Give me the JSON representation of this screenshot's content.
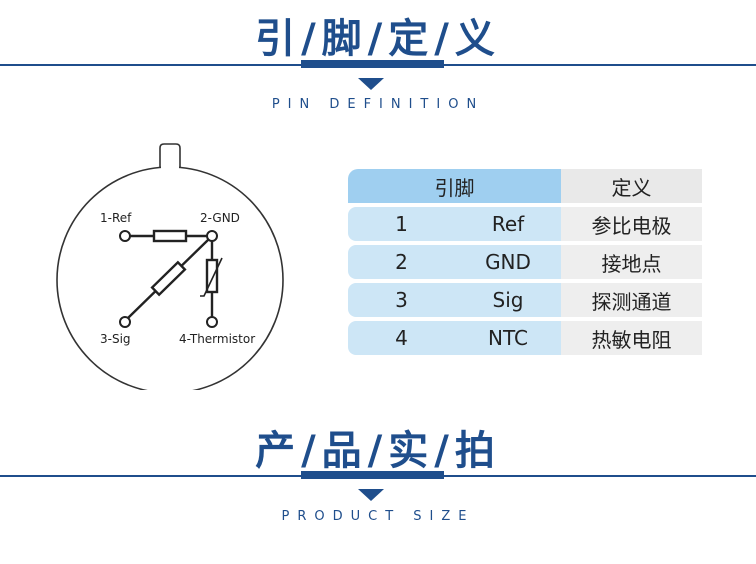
{
  "section1": {
    "title": "引/脚/定/义",
    "subtitle": "PIN DEFINITION"
  },
  "diagram": {
    "labels": {
      "pin1": "1-Ref",
      "pin2": "2-GND",
      "pin3": "3-Sig",
      "pin4": "4-Thermistor"
    }
  },
  "table": {
    "headers": {
      "pin": "引脚",
      "definition": "定义"
    },
    "rows": [
      {
        "num": "1",
        "name": "Ref",
        "def": "参比电极"
      },
      {
        "num": "2",
        "name": "GND",
        "def": "接地点"
      },
      {
        "num": "3",
        "name": "Sig",
        "def": "探测通道"
      },
      {
        "num": "4",
        "name": "NTC",
        "def": "热敏电阻"
      }
    ]
  },
  "section2": {
    "title": "产/品/实/拍",
    "subtitle": "PRODUCT SIZE"
  },
  "colors": {
    "brand": "#1f4e8c",
    "header_blue": "#9fcff0",
    "cell_blue": "#cde6f6",
    "cell_gray": "#eeeeee"
  }
}
